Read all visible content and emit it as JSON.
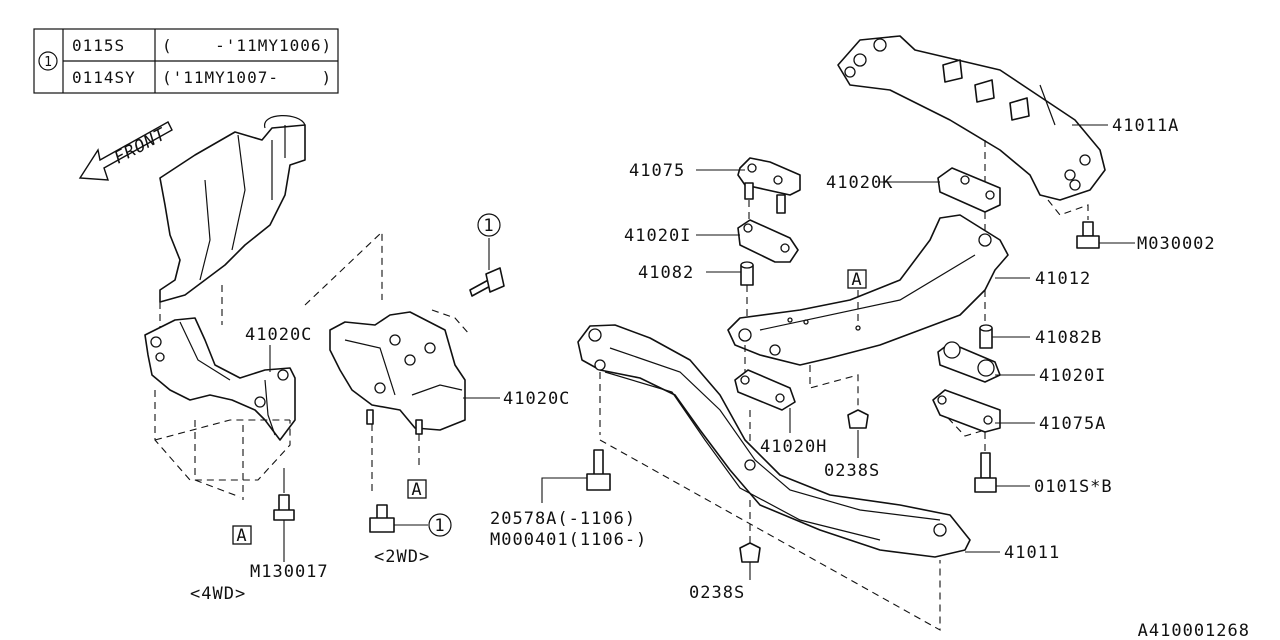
{
  "table": {
    "marker": "1",
    "rows": [
      {
        "part": "0115S",
        "range": "(    -'11MY1006)"
      },
      {
        "part": "0114SY",
        "range": "('11MY1007-    )"
      }
    ]
  },
  "front_label": "FRONT",
  "ref_marker": "A",
  "circle_marker": "1",
  "labels": {
    "p41011A": "41011A",
    "p41075": "41075",
    "p41020K": "41020K",
    "p41020I_top": "41020I",
    "p41082": "41082",
    "pM030002": "M030002",
    "p41012": "41012",
    "p41020C_a": "41020C",
    "p41020C_b": "41020C",
    "p41082B": "41082B",
    "p41020I_right": "41020I",
    "p41075A": "41075A",
    "p41020H": "41020H",
    "p0238S_a": "0238S",
    "p0101SB": "0101S*B",
    "p20578A": "20578A(-1106)",
    "pM000401": "M000401(1106-)",
    "p41011": "41011",
    "p0238S_b": "0238S",
    "pM130017": "M130017",
    "v4wd": "<4WD>",
    "v2wd": "<2WD>",
    "diagram_code": "A410001268"
  }
}
